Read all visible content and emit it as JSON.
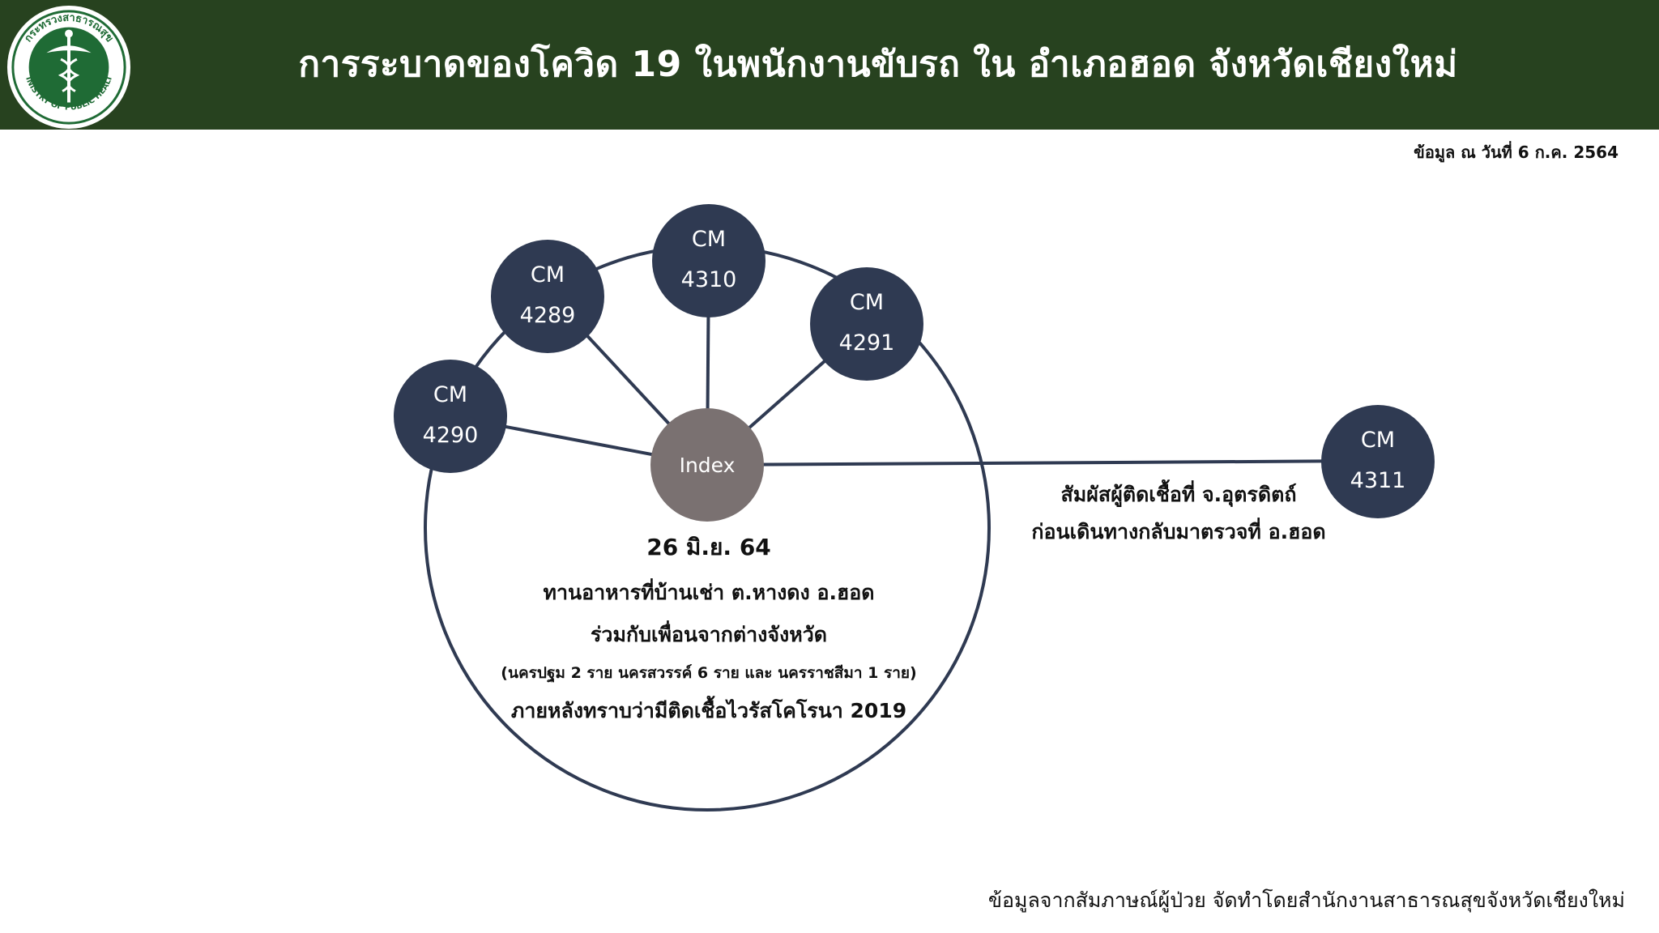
{
  "header": {
    "title": "การระบาดของโควิด 19 ในพนักงานขับรถ ใน อำเภอฮอด จังหวัดเชียงใหม่",
    "logo_text_top": "กระทรวงสาธารณสุข",
    "logo_text_bottom": "MINISTRY OF PUBLIC HEALTH"
  },
  "date_note": "ข้อมูล ณ วันที่ 6 ก.ค. 2564",
  "diagram": {
    "index": {
      "label": "Index"
    },
    "nodes": [
      {
        "id": "cm4290",
        "line1": "CM",
        "line2": "4290"
      },
      {
        "id": "cm4289",
        "line1": "CM",
        "line2": "4289"
      },
      {
        "id": "cm4310",
        "line1": "CM",
        "line2": "4310"
      },
      {
        "id": "cm4291",
        "line1": "CM",
        "line2": "4291"
      },
      {
        "id": "cm4311",
        "line1": "CM",
        "line2": "4311"
      }
    ],
    "description": {
      "date": "26 มิ.ย. 64",
      "line1": "ทานอาหารที่บ้านเช่า ต.หางดง อ.ฮอด",
      "line2": "ร่วมกับเพื่อนจากต่างจังหวัด",
      "line3": "(นครปฐม 2 ราย นครสวรรค์ 6 ราย และ นครราชสีมา 1 ราย)",
      "line4": "ภายหลังทราบว่ามีติดเชื้อไวรัสโคโรนา 2019"
    },
    "contact_note": {
      "line1": "สัมผัสผู้ติดเชื้อที่ จ.อุตรดิตถ์",
      "line2": "ก่อนเดินทางกลับมาตรวจที่ อ.ฮอด"
    }
  },
  "footer_note": "ข้อมูลจากสัมภาษณ์ผู้ป่วย จัดทำโดยสำนักงานสาธารณสุขจังหวัดเชียงใหม่",
  "colors": {
    "header_bg": "#27421f",
    "node_fill": "#2f3a52",
    "index_fill": "#7a7171",
    "line_color": "#2f3a52",
    "logo_green": "#1f6b35"
  }
}
